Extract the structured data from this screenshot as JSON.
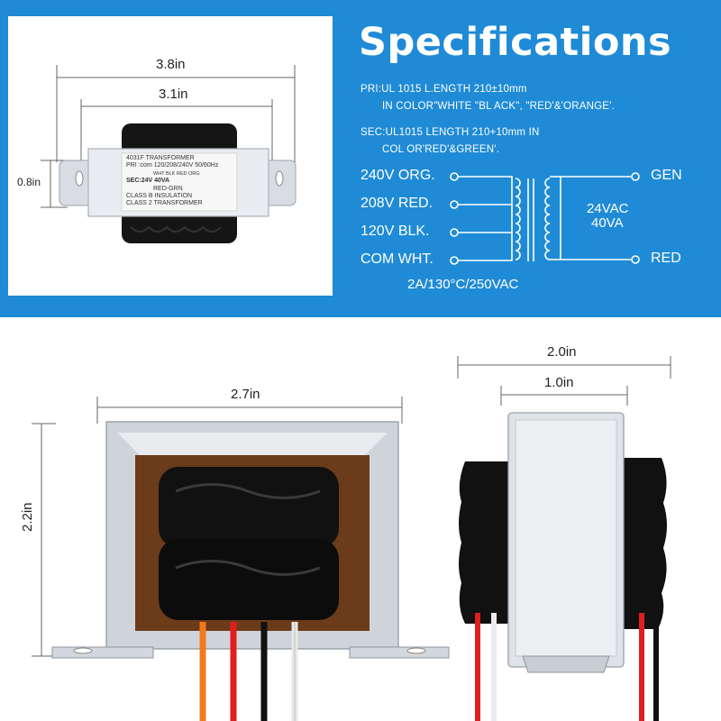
{
  "title": "Specifications",
  "spec_text": {
    "pri_line1": "PRI:UL 1015 L.ENGTH 210±10mm",
    "pri_line2": "IN COLOR\"WHITE \"BL ACK\", \"RED'&'ORANGE'.",
    "sec_line1": "SEC:UL1015 LENGTH 210+10mm IN",
    "sec_line2": "COL OR'RED'&GREEN'."
  },
  "wiring": {
    "primary_taps": [
      "240V ORG.",
      "208V RED.",
      "120V BLK.",
      "COM WHT."
    ],
    "secondary_taps": [
      "GEN",
      "RED"
    ],
    "secondary_rating": [
      "24VAC",
      "40VA"
    ],
    "rating_footer": "2A/130°C/250VAC"
  },
  "top_view": {
    "dim_width": "3.8in",
    "dim_mount": "3.1in",
    "dim_height": "0.8in",
    "label_lines": [
      "4031F TRANSFORMER",
      "PRI :com 120/208/240V 50/60Hz",
      "WHT BLK RED ORG",
      "SEC:24V 40VA",
      "RED-GRN",
      "CLASS B INSULATION",
      "CLASS 2 TRANSFORMER"
    ]
  },
  "front_view": {
    "dim_width": "2.7in",
    "dim_height": "2.2in"
  },
  "side_view": {
    "dim_outer": "2.0in",
    "dim_inner": "1.0in"
  },
  "colors": {
    "band": "#1f8bd6",
    "wire_orange": "#f07a1e",
    "wire_red": "#e01e1e",
    "wire_black": "#111111",
    "wire_white": "#f4f4f4"
  }
}
